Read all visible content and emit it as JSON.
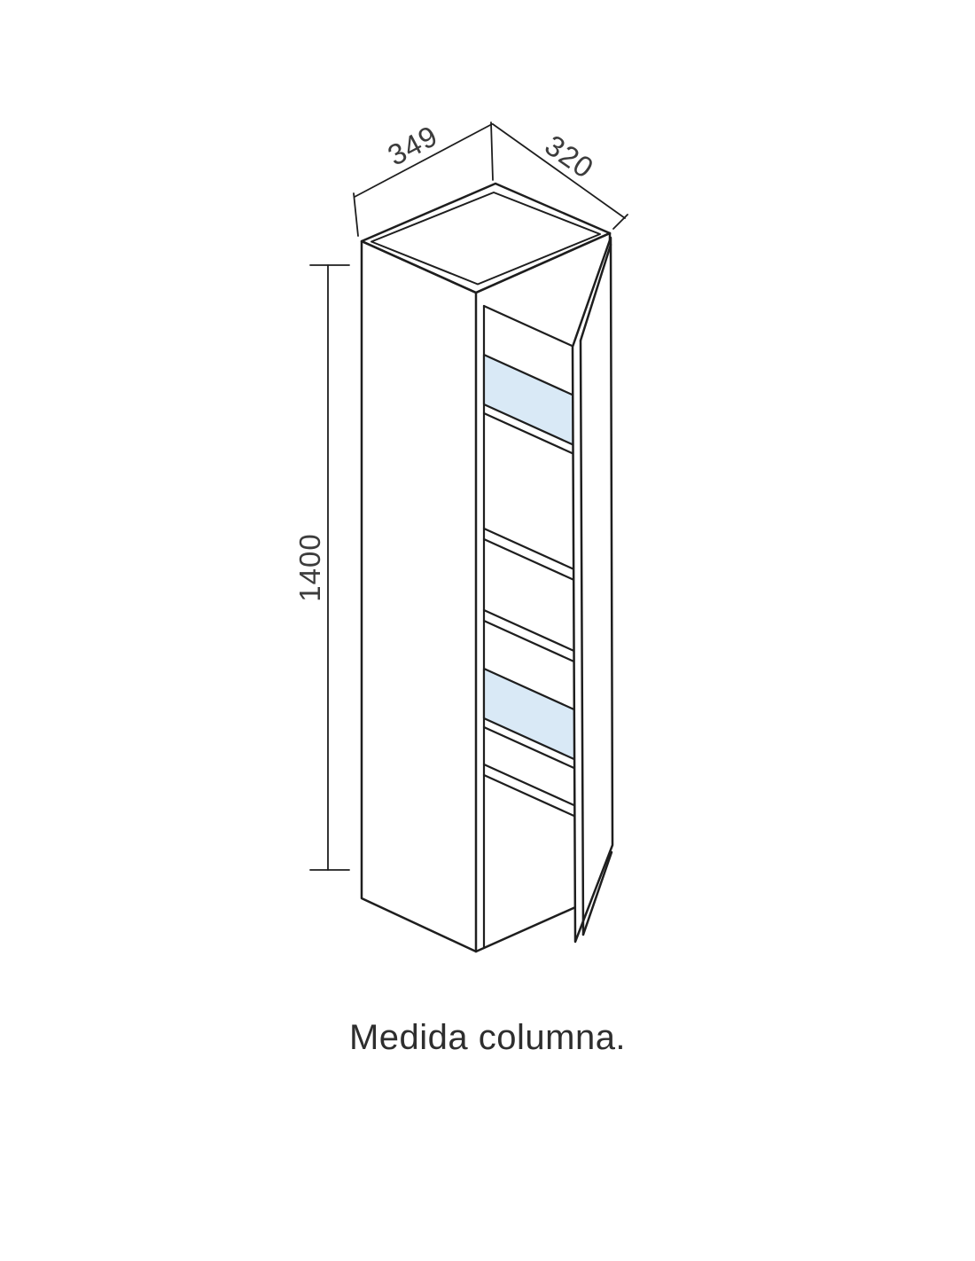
{
  "diagram": {
    "title": "Medida columna.",
    "dimensions": {
      "width": "349",
      "depth": "320",
      "height": "1400"
    },
    "colors": {
      "line": "#1e1e1e",
      "glass_shelf": "#d9e9f6",
      "door_fill": "#ffffff",
      "text": "#3c3c3c",
      "background": "#ffffff"
    }
  }
}
